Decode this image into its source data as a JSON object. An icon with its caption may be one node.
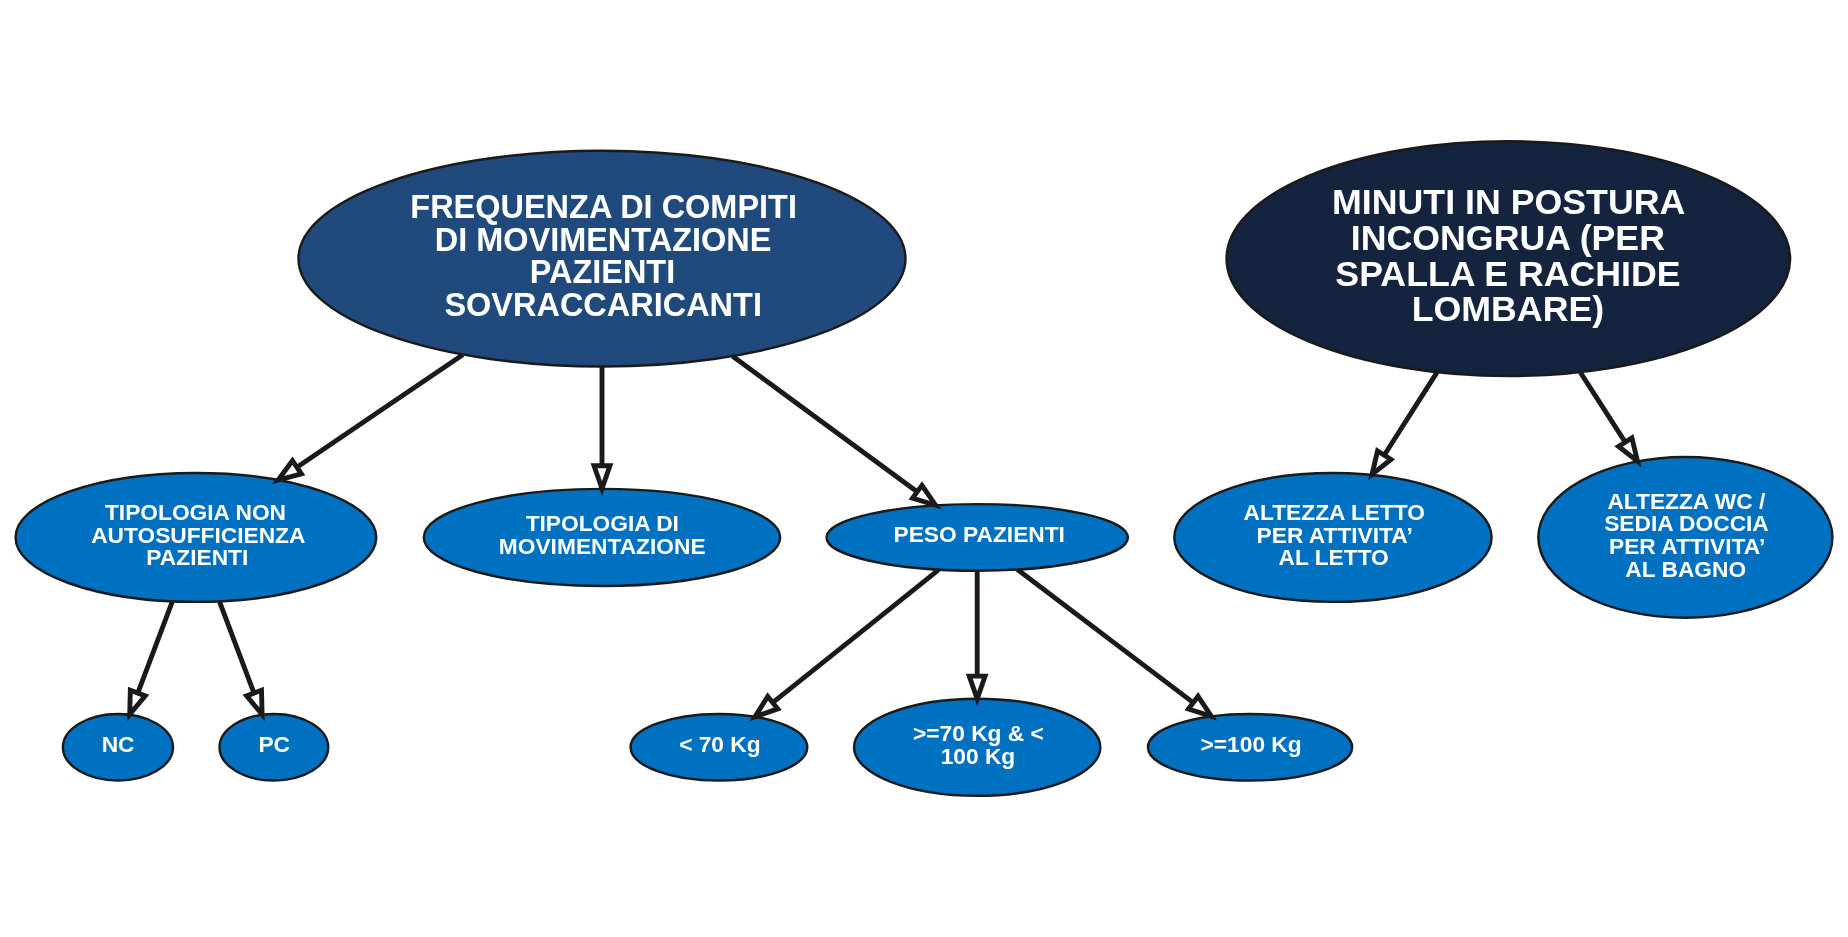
{
  "diagram": {
    "nodes": [
      {
        "text": [
          "FREQUENZA DI COMPITI DI MOVIMENTAZIONE PAZIENTI SOVRACCARICANTI"
        ]
      },
      {
        "text": [
          "MINUTI IN POSTURA INCONGRUA (PER SPALLA E RACHIDE LOMBARE)"
        ]
      },
      {
        "text": [
          "TIPOLOGIA NON AUTOSUFFICIENZA PAZIENTI"
        ]
      },
      {
        "text": [
          "TIPOLOGIA DI MOVIMENTAZIONE"
        ]
      },
      {
        "text": [
          "PESO PAZIENTI"
        ]
      },
      {
        "text": [
          "ALTEZZA LETTO PER ATTIVITA’ AL LETTO"
        ]
      },
      {
        "text": [
          "ALTEZZA WC / SEDIA DOCCIA PER ATTIVITA’ AL BAGNO"
        ]
      },
      {
        "text": [
          "NC"
        ]
      },
      {
        "text": [
          "PC"
        ]
      },
      {
        "text": [
          "< 70 Kg"
        ]
      },
      {
        "text": [
          ">=70 Kg & < 100 Kg"
        ]
      },
      {
        "text": [
          ">=100 Kg"
        ]
      }
    ],
    "edges": [
      {
        "from": 0,
        "to": 2,
        "arrow": "to"
      },
      {
        "from": 0,
        "to": 3,
        "arrow": "to"
      },
      {
        "from": 0,
        "to": 4,
        "arrow": "to"
      },
      {
        "from": 1,
        "to": 5,
        "arrow": "to"
      },
      {
        "from": 1,
        "to": 6,
        "arrow": "to"
      },
      {
        "from": 2,
        "to": 7,
        "arrow": "to"
      },
      {
        "from": 2,
        "to": 8,
        "arrow": "to"
      },
      {
        "from": 4,
        "to": 9,
        "arrow": "to"
      },
      {
        "from": 4,
        "to": 10,
        "arrow": "to"
      },
      {
        "from": 4,
        "to": 11,
        "arrow": "to"
      }
    ]
  }
}
